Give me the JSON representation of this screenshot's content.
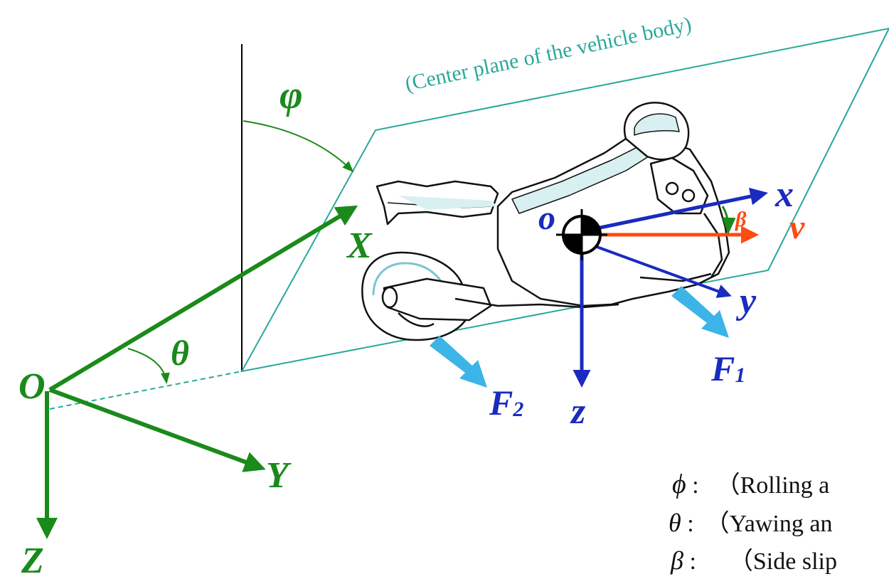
{
  "diagram": {
    "plane_caption": "(Center   plane of the vehicle body)",
    "labels": {
      "phi": "φ",
      "theta": "θ",
      "O": "O",
      "X": "X",
      "Y": "Y",
      "Z": "Z",
      "o": "o",
      "x": "x",
      "y": "y",
      "z": "z",
      "v": "v",
      "beta": "β",
      "F1": "F",
      "F1_sub": "1",
      "F2": "F",
      "F2_sub": "2"
    },
    "legend": [
      {
        "symbol": "ϕ",
        "sep": " :",
        "text": "（Rolling a"
      },
      {
        "symbol": "θ",
        "sep": " :",
        "text": "（Yawing an"
      },
      {
        "symbol": "β",
        "sep": " :",
        "text": "（Side slip"
      }
    ],
    "colors": {
      "global_axes": "#1a8a1a",
      "body_axes": "#1a2bbf",
      "velocity": "#ff4a10",
      "plane": "#2aa89a",
      "force_arrows": "#3cb4e8",
      "bike_fill": "#d8f0f2"
    }
  }
}
